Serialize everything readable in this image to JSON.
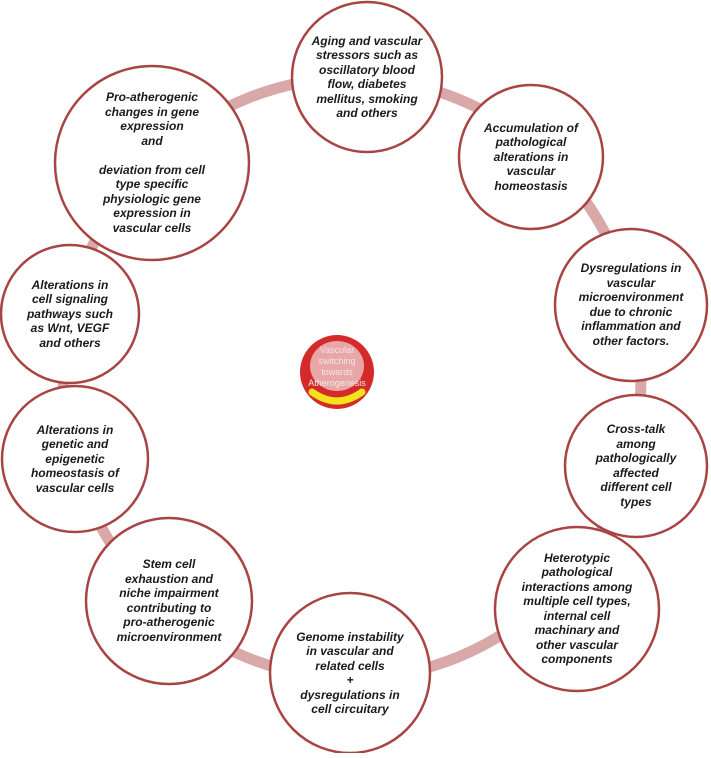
{
  "center": {
    "label": "Vascular\nswitching\ntowards\nAtherogenesis",
    "colors": {
      "outer": "#d42a2a",
      "inner": "#e8a6a6",
      "band": "#f2e31a"
    }
  },
  "colors": {
    "ring": "#d9a8a8",
    "circle_border": "#a84444",
    "circle_fill": "#ffffff",
    "text": "#1a1a1a"
  },
  "nodes": [
    {
      "label": "Aging and vascular\nstressors such as\noscillatory blood\nflow, diabetes\nmellitus, smoking\nand others"
    },
    {
      "label": "Accumulation of\npathological\nalterations in\nvascular\nhomeostasis"
    },
    {
      "label": "Dysregulations in\nvascular\nmicroenvironment\ndue to chronic\ninflammation and\nother factors."
    },
    {
      "label": "Cross-talk\namong\npathologically\naffected\ndifferent cell\ntypes"
    },
    {
      "label": "Heterotypic\npathological\ninteractions among\nmultiple cell types,\ninternal cell\nmachinary and\nother vascular\ncomponents"
    },
    {
      "label": "Genome instability\nin vascular and\nrelated cells\n+\ndysregulations in\ncell circuitary"
    },
    {
      "label": "Stem cell\nexhaustion and\nniche impairment\ncontributing to\npro-atherogenic\nmicroenvironment"
    },
    {
      "label": "Alterations in\ngenetic and\nepigenetic\nhomeostasis of\nvascular cells"
    },
    {
      "label": "Alterations in\ncell signaling\npathways such\nas  Wnt, VEGF\nand others"
    },
    {
      "label": "Pro-atherogenic\nchanges in gene\nexpression\nand\n\ndeviation from cell\ntype specific\nphysiologic gene\nexpression in\nvascular cells"
    }
  ]
}
